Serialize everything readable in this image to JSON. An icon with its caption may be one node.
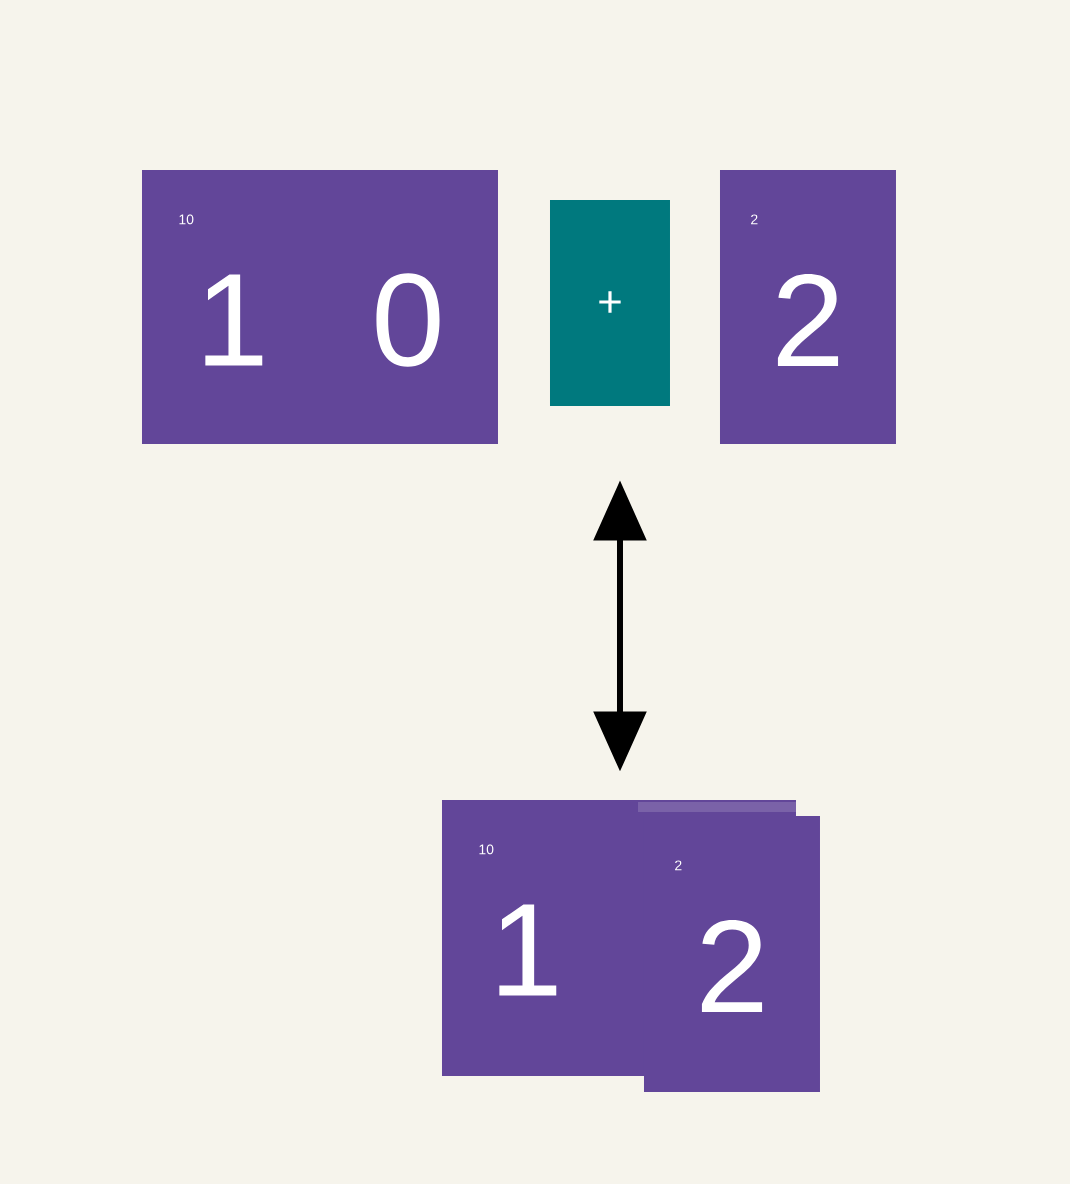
{
  "diagram": {
    "nodes": [
      {
        "text": [
          "10",
          "1",
          "0"
        ]
      },
      {
        "text": [
          "+"
        ]
      },
      {
        "text": [
          "2",
          "2"
        ]
      },
      {
        "text": [
          "10",
          "1"
        ]
      },
      {
        "text": [
          "2",
          "2"
        ]
      }
    ],
    "edges": [
      {
        "from": 1,
        "to": 4,
        "arrow": "both"
      }
    ]
  }
}
